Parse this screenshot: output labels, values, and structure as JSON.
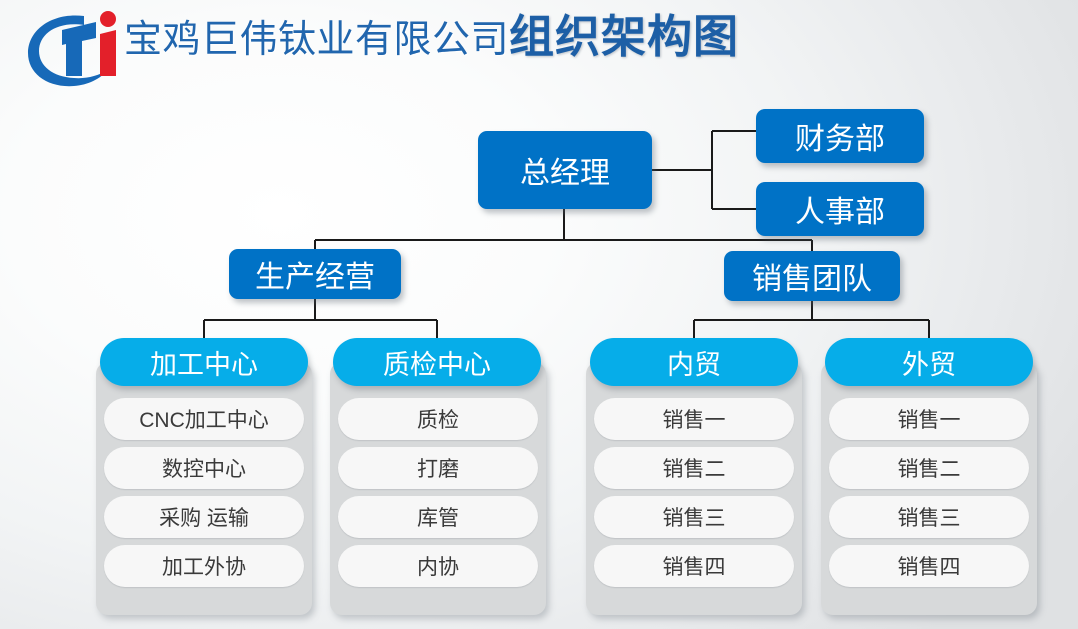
{
  "header": {
    "logo_name": "cti-company-logo",
    "title_company": "宝鸡巨伟钛业有限公司",
    "title_topic": "组织架构图"
  },
  "colors": {
    "dark_blue": "#0072C6",
    "light_blue": "#06ADE9",
    "column_gray": "#D7D9DA",
    "leaf_white": "#F7F7F7",
    "title_blue": "#1D5FA6",
    "logo_red": "#E3202A",
    "connector_black": "#1A1A1A"
  },
  "chart_data": {
    "type": "org-chart",
    "root": "总经理",
    "staff_branches": [
      "财务部",
      "人事部"
    ],
    "divisions": [
      "生产经营",
      "销售团队"
    ]
  },
  "nodes": {
    "general_manager": "总经理",
    "finance": "财务部",
    "hr": "人事部",
    "production": "生产经营",
    "sales_team": "销售团队"
  },
  "columns": [
    {
      "id": "machining-center",
      "header": "加工中心",
      "items": [
        "CNC加工中心",
        "数控中心",
        "采购 运输",
        "加工外协"
      ]
    },
    {
      "id": "quality-center",
      "header": "质检中心",
      "items": [
        "质检",
        "打磨",
        "库管",
        "内协"
      ]
    },
    {
      "id": "domestic-trade",
      "header": "内贸",
      "items": [
        "销售一",
        "销售二",
        "销售三",
        "销售四"
      ]
    },
    {
      "id": "foreign-trade",
      "header": "外贸",
      "items": [
        "销售一",
        "销售二",
        "销售三",
        "销售四"
      ]
    }
  ]
}
